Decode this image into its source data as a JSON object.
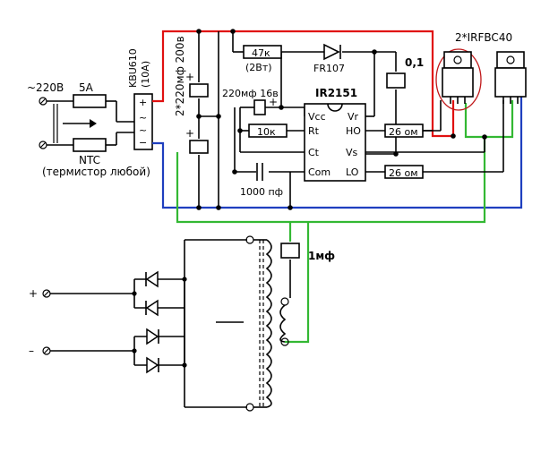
{
  "labels": {
    "mains": "~220В",
    "fuse": "5А",
    "ntc": "NTC",
    "ntc_note": "(термистор любой)",
    "bridge_name": "KBU610",
    "bridge_current": "(10A)",
    "bridge_plus": "+",
    "bridge_ac1": "~",
    "bridge_ac2": "~",
    "bridge_minus": "−",
    "bulk_caps": "2*220мф 200в",
    "cap_plus_upper": "+",
    "cap_plus_lower": "+",
    "r_dropper": "47к",
    "r_dropper_power": "(2Вт)",
    "diode": "FR107",
    "boot_cap": "0,1",
    "vcc_cap": "220мф 16в",
    "vcc_cap_plus": "+",
    "ic": "IR2151",
    "pin_vcc": "Vcc",
    "pin_vr": "Vr",
    "pin_rt": "Rt",
    "pin_ho": "HO",
    "pin_ct": "Ct",
    "pin_vs": "Vs",
    "pin_com": "Com",
    "pin_lo": "LO",
    "r_timing": "10к",
    "c_timing": "1000 пф",
    "r_gate_hi": "26 ом",
    "r_gate_lo": "26 ом",
    "mosfets": "2*IRFBC40",
    "c_output": "1мф",
    "out_plus": "+",
    "out_minus": "–"
  },
  "colors": {
    "wire": "#000000",
    "positive_rail": "#e01010",
    "negative_rail": "#1f3fbf",
    "half_bridge": "#33b833",
    "highlight": "#c0181a"
  }
}
